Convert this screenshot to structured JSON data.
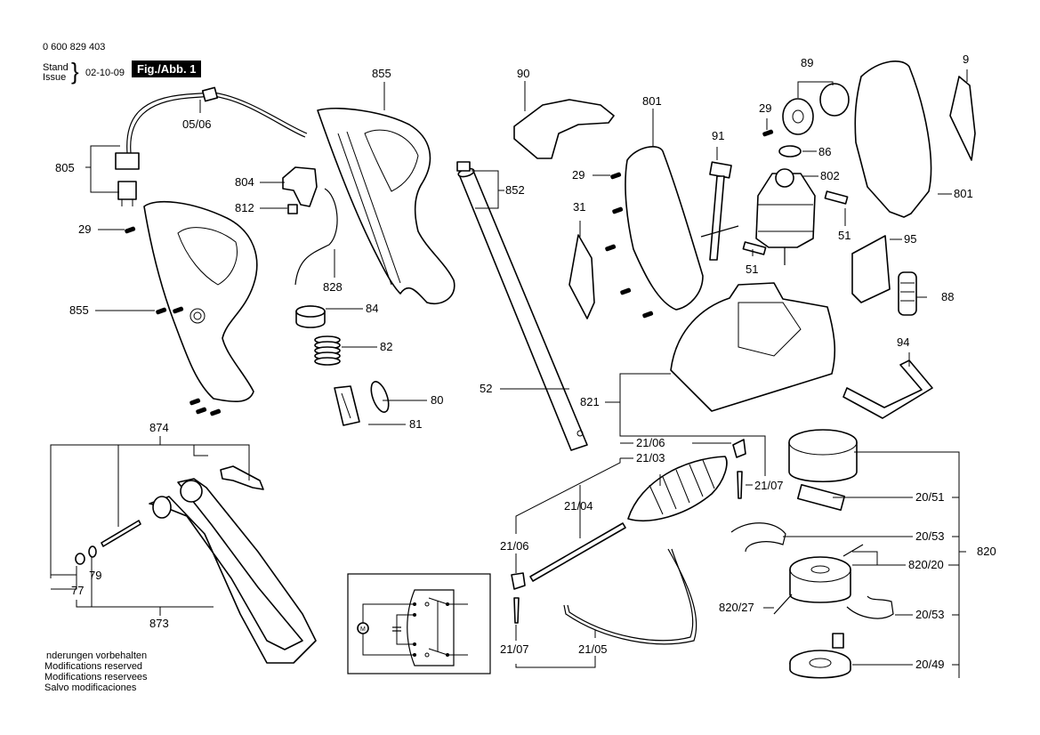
{
  "header": {
    "doc_number": "0 600 829 403",
    "stand_label": "Stand",
    "issue_label": "Issue",
    "date": "02-10-09",
    "figure_label": "Fig./Abb. 1"
  },
  "footer": {
    "lines": [
      "nderungen vorbehalten",
      "Modifications reserved",
      "Modifications reservees",
      "Salvo modificaciones"
    ]
  },
  "callouts": {
    "c0506": "05/06",
    "c805": "805",
    "c29a": "29",
    "c855a": "855",
    "c855b": "855",
    "c804": "804",
    "c812": "812",
    "c828": "828",
    "c84": "84",
    "c82": "82",
    "c80": "80",
    "c81": "81",
    "c852": "852",
    "c52": "52",
    "c90": "90",
    "c801a": "801",
    "c29b": "29",
    "c31": "31",
    "c91": "91",
    "c51a": "51",
    "c89": "89",
    "c29c": "29",
    "c86": "86",
    "c802": "802",
    "c51b": "51",
    "c9": "9",
    "c801b": "801",
    "c95": "95",
    "c88": "88",
    "c94": "94",
    "c821": "821",
    "c2106a": "21/06",
    "c2103": "21/03",
    "c2107a": "21/07",
    "c2104": "21/04",
    "c2106b": "21/06",
    "c2107b": "21/07",
    "c2105": "21/05",
    "c874": "874",
    "c79": "79",
    "c77": "77",
    "c873": "873",
    "c2051": "20/51",
    "c2053a": "20/53",
    "c82020": "820/20",
    "c820": "820",
    "c82027": "820/27",
    "c2053b": "20/53",
    "c2049": "20/49"
  },
  "schematic": {
    "motor_symbol": "M"
  }
}
